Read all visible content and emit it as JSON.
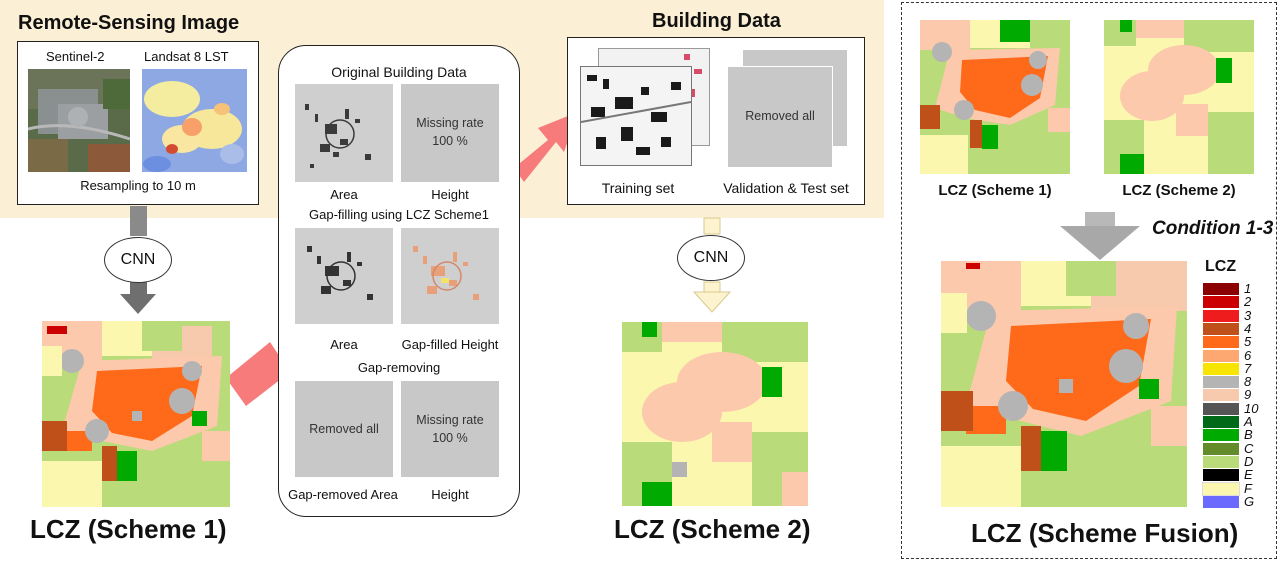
{
  "remote_sensing": {
    "title": "Remote-Sensing Image",
    "sentinel_label": "Sentinel-2",
    "landsat_label": "Landsat 8 LST",
    "resample_label": "Resampling to 10 m"
  },
  "cnn_label": "CNN",
  "center_panel": {
    "original_title": "Original Building Data",
    "missing_rate_text_1": "Missing rate",
    "missing_rate_text_2": "100 %",
    "area_label": "Area",
    "height_label": "Height",
    "gap_filling_title": "Gap-filling using LCZ Scheme1",
    "gap_filled_height_label": "Gap-filled Height",
    "gap_removing_title": "Gap-removing",
    "removed_all_label": "Removed all",
    "gap_removed_area_label": "Gap-removed Area"
  },
  "building_data": {
    "title": "Building Data",
    "removed_all_label": "Removed all",
    "training_label": "Training set",
    "validation_label": "Validation & Test set"
  },
  "scheme_titles": {
    "scheme1": "LCZ (Scheme 1)",
    "scheme2": "LCZ (Scheme 2)",
    "fusion": "LCZ (Scheme Fusion)"
  },
  "right_panel": {
    "scheme1_label": "LCZ (Scheme 1)",
    "scheme2_label": "LCZ (Scheme 2)",
    "condition_label": "Condition 1-3"
  },
  "legend": {
    "title": "LCZ",
    "items": [
      {
        "label": "1",
        "color": "#8b0000"
      },
      {
        "label": "2",
        "color": "#cc0000"
      },
      {
        "label": "3",
        "color": "#ee1c1c"
      },
      {
        "label": "4",
        "color": "#c0501a"
      },
      {
        "label": "5",
        "color": "#ff6a1a"
      },
      {
        "label": "6",
        "color": "#fca870"
      },
      {
        "label": "7",
        "color": "#f7e400"
      },
      {
        "label": "8",
        "color": "#b4b4b4"
      },
      {
        "label": "9",
        "color": "#f7c9ad"
      },
      {
        "label": "10",
        "color": "#555555"
      },
      {
        "label": "A",
        "color": "#006a18"
      },
      {
        "label": "B",
        "color": "#00aa00"
      },
      {
        "label": "C",
        "color": "#648b2a"
      },
      {
        "label": "D",
        "color": "#b9db79"
      },
      {
        "label": "E",
        "color": "#000000"
      },
      {
        "label": "F",
        "color": "#fbf7ae"
      },
      {
        "label": "G",
        "color": "#6a6aff"
      }
    ]
  },
  "colors": {
    "background_band": "#fbf0d6",
    "big_arrow": "#f77b7b",
    "cnn_arrow_gray": "#777777",
    "cnn_arrow_beige": "#fdf3cf"
  }
}
